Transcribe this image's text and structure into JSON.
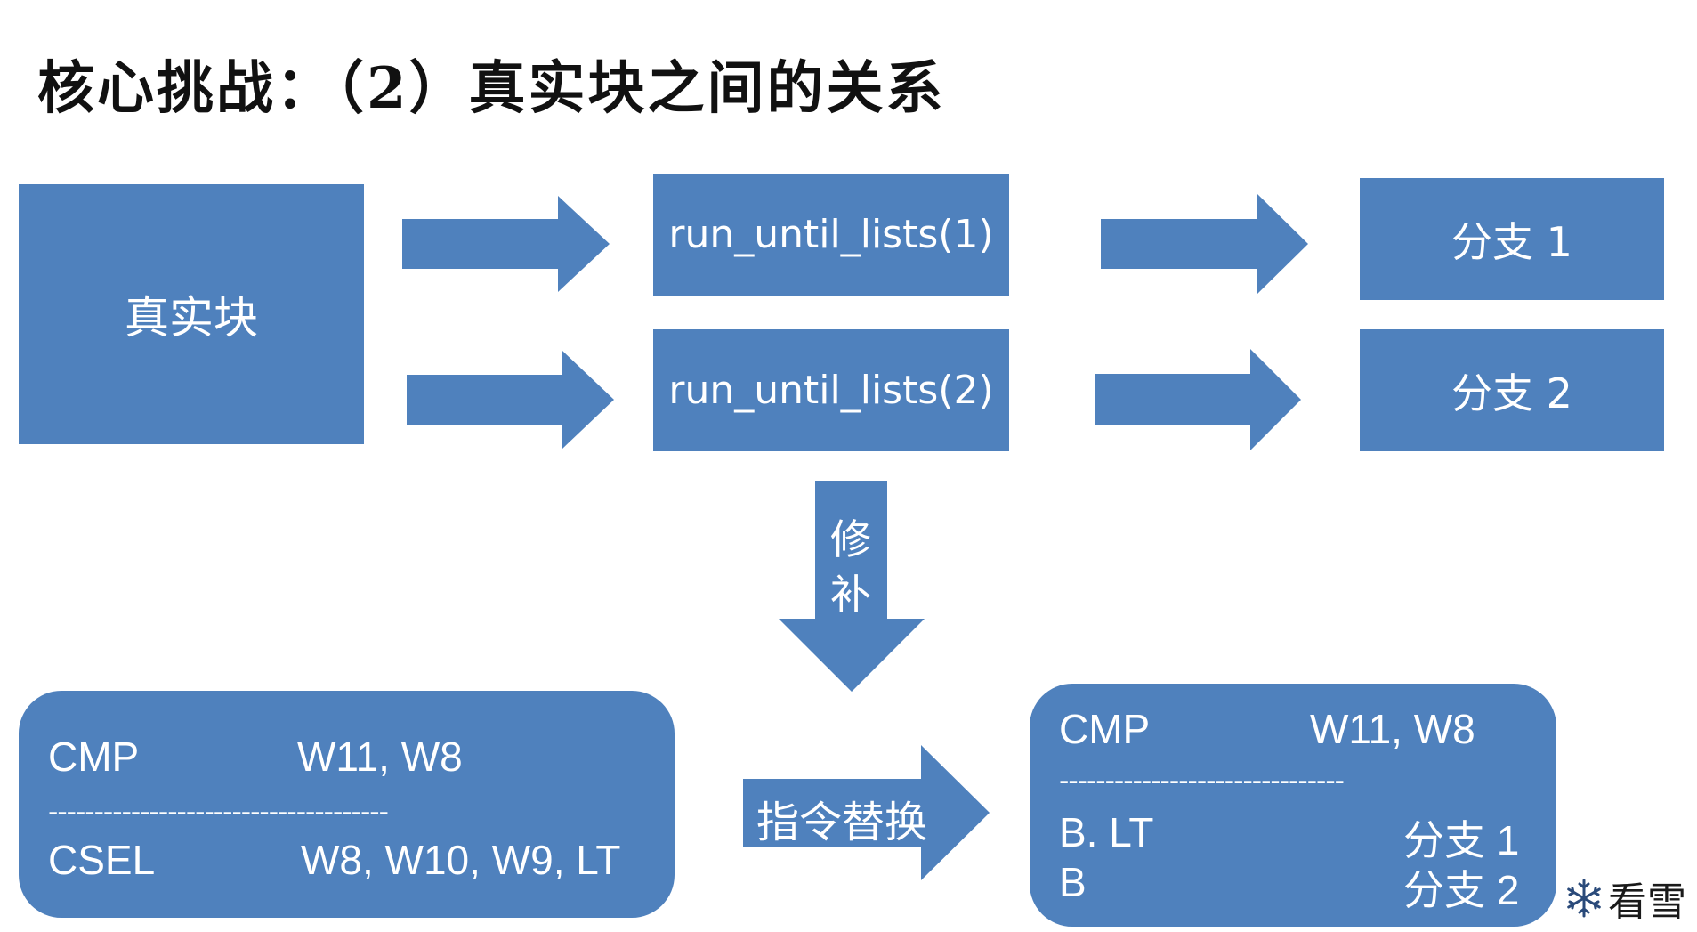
{
  "title": "核心挑战：（2）真实块之间的关系",
  "real_block": "真实块",
  "run1": "run_until_lists(1)",
  "run2": "run_until_lists(2)",
  "branch1": "分支 1",
  "branch2": "分支 2",
  "patch_label": [
    "修",
    "补"
  ],
  "replace_label": "指令替换",
  "left_panel": {
    "line1_op": "CMP",
    "line1_args": "W11, W8",
    "separator": "-------------------------------------",
    "line2_op": "CSEL",
    "line2_args": "W8, W10, W9, LT"
  },
  "right_panel": {
    "line1_op": "CMP",
    "line1_args": "W11, W8",
    "separator": "-------------------------------",
    "line2_op": "B. LT",
    "line2_target": "分支 1",
    "line3_op": "B",
    "line3_target": "分支 2"
  },
  "watermark": "看雪",
  "colors": {
    "shape_fill": "#4F81BD",
    "text": "#FFFFFF"
  }
}
